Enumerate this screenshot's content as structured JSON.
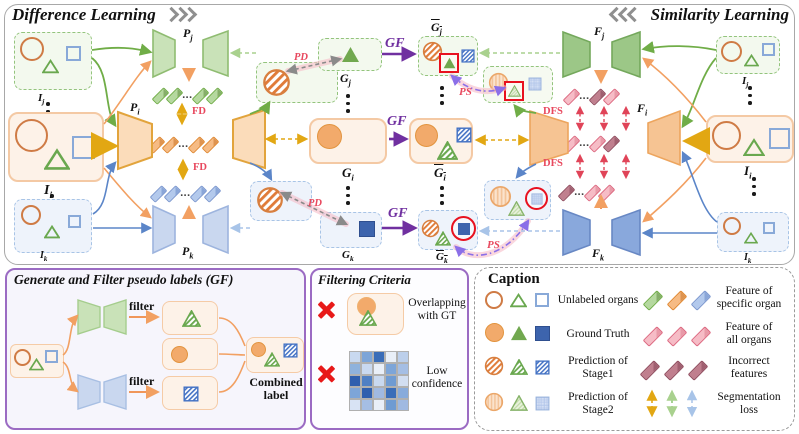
{
  "frame": {
    "difference_title": "Difference Learning",
    "similarity_title": "Similarity Learning"
  },
  "nodes": {
    "Ij": {
      "base": "I",
      "sub": "j"
    },
    "Ii": {
      "base": "I",
      "sub": "i"
    },
    "Ik": {
      "base": "I",
      "sub": "k"
    },
    "Pj": {
      "base": "P",
      "sub": "j"
    },
    "Pi": {
      "base": "P",
      "sub": "i"
    },
    "Pk": {
      "base": "P",
      "sub": "k"
    },
    "Gj": {
      "base": "G",
      "sub": "j"
    },
    "Gi": {
      "base": "G",
      "sub": "i"
    },
    "Gk": {
      "base": "G",
      "sub": "k"
    },
    "Fj": {
      "base": "F",
      "sub": "j"
    },
    "Fi": {
      "base": "F",
      "sub": "i"
    },
    "Fk": {
      "base": "F",
      "sub": "k"
    }
  },
  "edge_labels": {
    "fd": "FD",
    "pd": "PD",
    "gf": "GF",
    "ps": "PS",
    "dfs": "DFS"
  },
  "misc": {
    "hdots": "..."
  },
  "gf_panel": {
    "title": "Generate and Filter pseudo labels (GF)",
    "filter_label": "filter",
    "combined_line1": "Combined",
    "combined_line2": "label"
  },
  "filtering_panel": {
    "title": "Filtering Criteria",
    "criterion1_line1": "Overlapping",
    "criterion1_line2": "with GT",
    "criterion2_line1": "Low",
    "criterion2_line2": "confidence",
    "heatmap": [
      [
        "#c9d9f0",
        "#7da5d8",
        "#3a6db8",
        "#e9eff8",
        "#bccfeb"
      ],
      [
        "#8fb2dc",
        "#c9d9f0",
        "#e9eff8",
        "#7da5d8",
        "#a5bee4"
      ],
      [
        "#2f5fae",
        "#5080c4",
        "#c9d9f0",
        "#6f9bd2",
        "#d2def1"
      ],
      [
        "#7da5d8",
        "#2f5fae",
        "#a0b9e1",
        "#3a6db8",
        "#88abdb"
      ],
      [
        "#d8e3f4",
        "#a5bee4",
        "#e9eff8",
        "#6f9bd2",
        "#a0b9e1"
      ]
    ]
  },
  "caption_panel": {
    "title": "Caption",
    "unlabeled": "Unlabeled organs",
    "ground_truth": "Ground Truth",
    "pred1_line1": "Prediction of",
    "pred1_line2": "Stage1",
    "pred2_line1": "Prediction of",
    "pred2_line2": "Stage2",
    "feat_specific_line1": "Feature of",
    "feat_specific_line2": "specific organ",
    "feat_all_line1": "Feature of",
    "feat_all_line2": "all organs",
    "incorrect_line1": "Incorrect",
    "incorrect_line2": "features",
    "seg_line1": "Segmentation",
    "seg_line2": "loss"
  },
  "palette": {
    "green": "#70ad47",
    "light_green_fill": "#c9e2b8",
    "orange": "#ed8c3c",
    "gold": "#e2a43c",
    "blue": "#5b85c8",
    "light_blue_fill": "#c9d7ef",
    "pink_feature": "#f5b5c0",
    "incorrect_feature": "#bb7384",
    "purple": "#7030a0",
    "violet": "#8b6fe8",
    "red": "#e04458",
    "highlight_red": "#e8111f",
    "gray": "#8a8a8a"
  }
}
